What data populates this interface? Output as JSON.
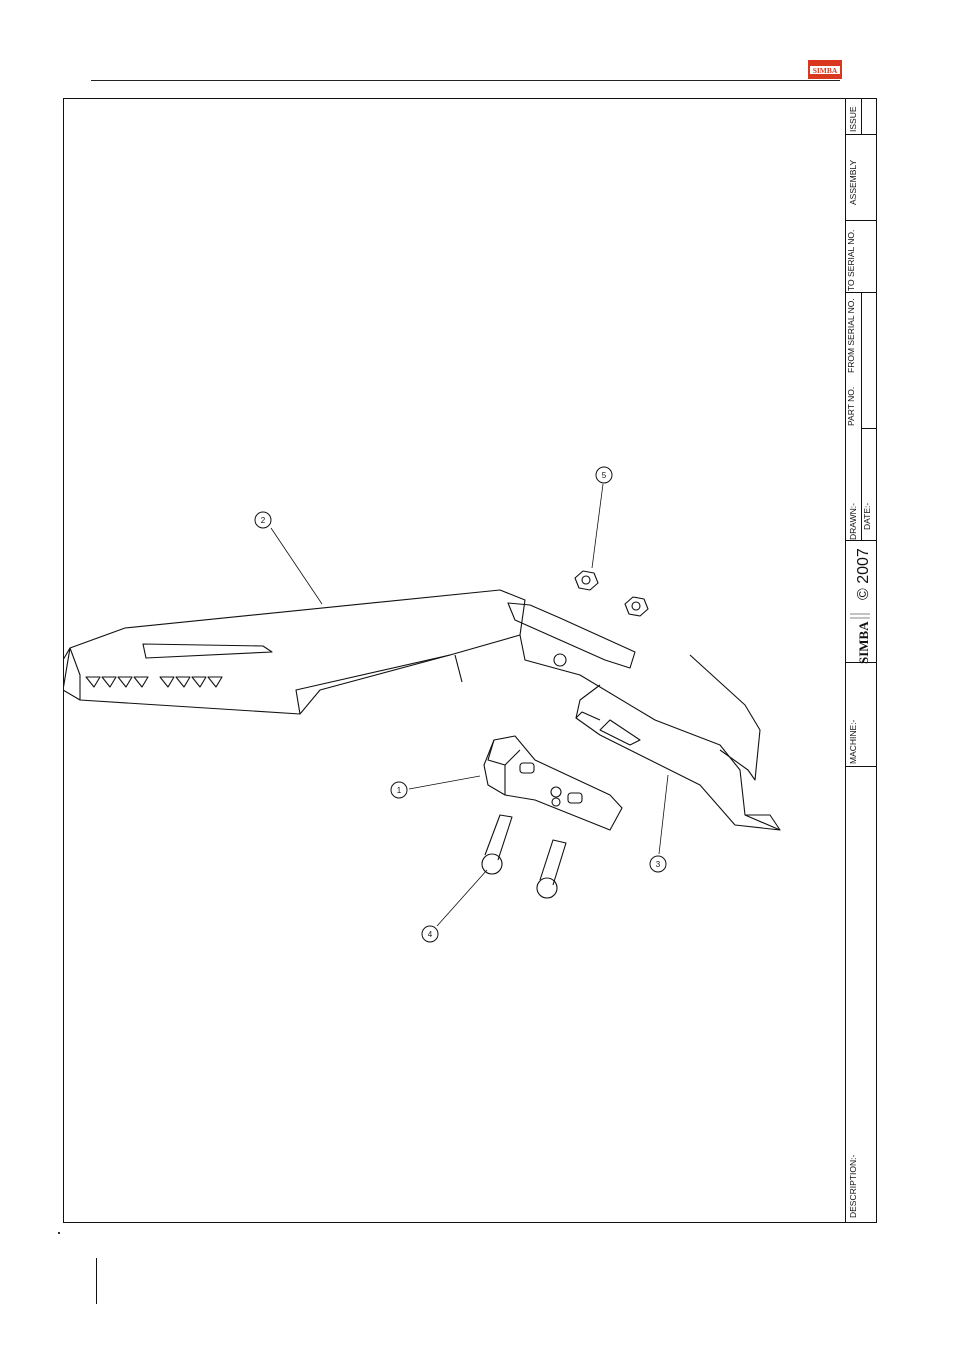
{
  "header": {
    "logo_text": "SIMBA"
  },
  "title_block": {
    "issue_label": "ISSUE",
    "assembly_label": "ASSEMBLY",
    "to_serial_label": "TO SERIAL NO.",
    "from_serial_label": "FROM SERIAL NO.",
    "part_no_label": "PART NO.",
    "drawn_label": "DRAWN:-",
    "date_label": "DATE:-",
    "logo_text": "SIMBA",
    "copyright": "© 2007",
    "machine_label": "MACHINE:-",
    "description_label": "DESCRIPTION:-"
  },
  "callouts": {
    "item_1": "1",
    "item_2": "2",
    "item_3": "3",
    "item_4": "4",
    "item_5": "5"
  },
  "colors": {
    "logo_red": "#d9381e",
    "line": "#111111"
  }
}
